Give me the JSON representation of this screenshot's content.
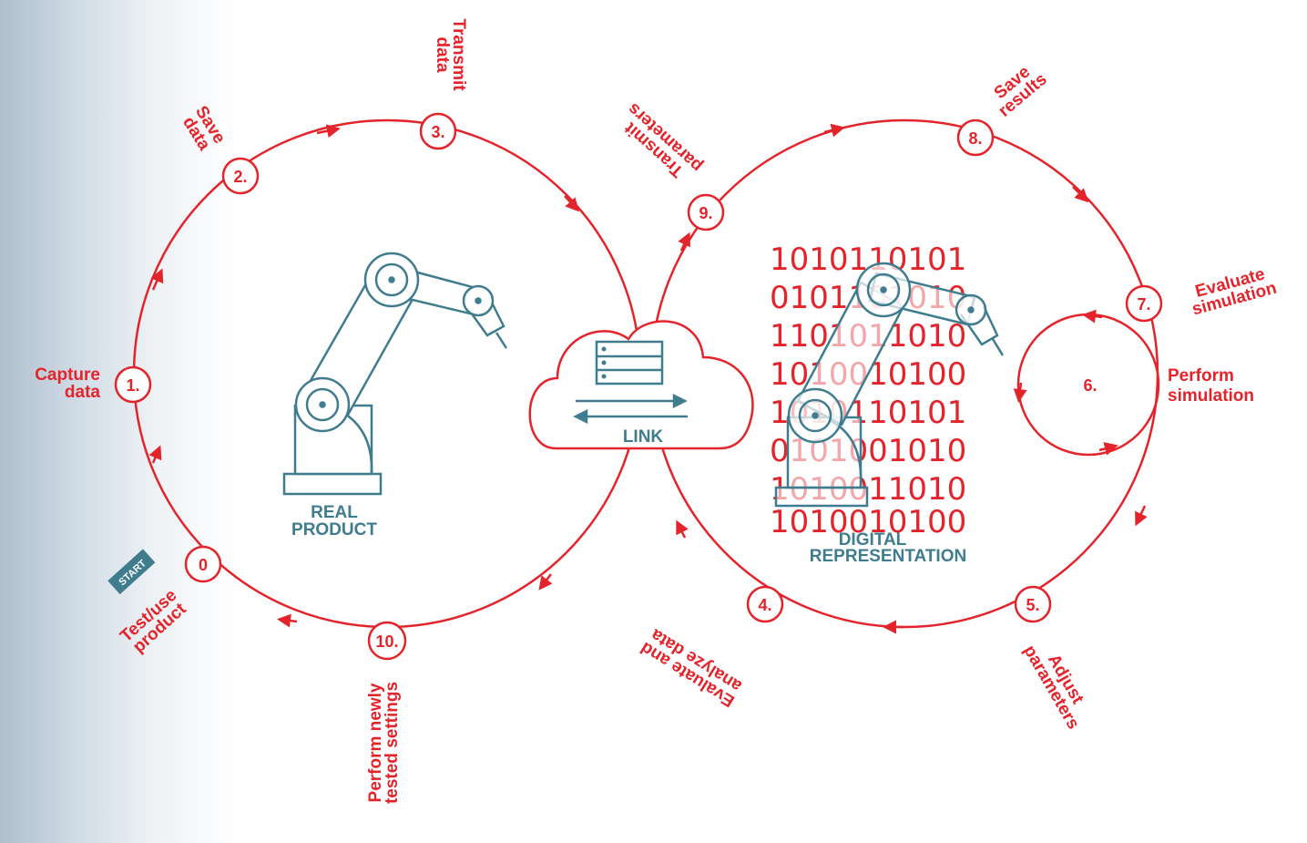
{
  "colors": {
    "accent": "#e3242b",
    "teal": "#3f7c8e"
  },
  "steps": [
    {
      "num": "0",
      "label": [
        "Test/use",
        "product"
      ]
    },
    {
      "num": "1.",
      "label": [
        "Capture",
        "data"
      ]
    },
    {
      "num": "2.",
      "label": [
        "Save",
        "data"
      ]
    },
    {
      "num": "3.",
      "label": [
        "Transmit",
        "data"
      ]
    },
    {
      "num": "4.",
      "label": [
        "Evaluate and",
        "analyze data"
      ]
    },
    {
      "num": "5.",
      "label": [
        "Adjust",
        "parameters"
      ]
    },
    {
      "num": "6.",
      "label": [
        "Perform",
        "simulation"
      ]
    },
    {
      "num": "7.",
      "label": [
        "Evaluate",
        "simulation"
      ]
    },
    {
      "num": "8.",
      "label": [
        "Save",
        "results"
      ]
    },
    {
      "num": "9.",
      "label": [
        "Transmit",
        "parameters"
      ]
    },
    {
      "num": "10.",
      "label": [
        "Perform newly",
        "tested settings"
      ]
    }
  ],
  "start_badge": "START",
  "real_product": [
    "REAL",
    "PRODUCT"
  ],
  "digital_representation": [
    "DIGITAL",
    "REPRESENTATION"
  ],
  "link_label": "LINK",
  "binary_rows": [
    "1010110101",
    "0101101010",
    "1101011010",
    "1010010100",
    "1010110101",
    "0101001010",
    "1010011010",
    "1010010100"
  ],
  "icons": [
    "robot-arm-icon",
    "robot-arm-icon",
    "cloud-server-icon",
    "bidirectional-arrow-icon",
    "play-arrow-icon"
  ]
}
